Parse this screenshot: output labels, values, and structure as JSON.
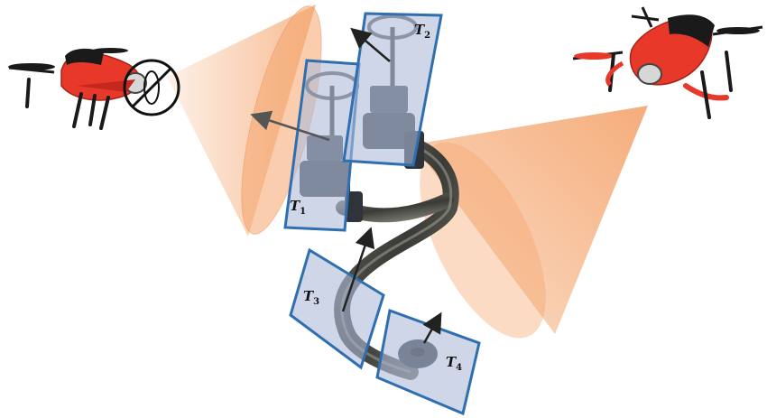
{
  "labels": {
    "t1": {
      "main": "T",
      "sub": "1"
    },
    "t2": {
      "main": "T",
      "sub": "2"
    },
    "t3": {
      "main": "T",
      "sub": "3"
    },
    "t4": {
      "main": "T",
      "sub": "4"
    }
  },
  "colors": {
    "cone": "#f4a46c",
    "cone_edge": "#e9874a",
    "box_fill": "#aebbd8",
    "box_stroke": "#2f6fb0",
    "pipe": "#4a4a4a",
    "drone_body": "#e8382a",
    "drone_dark": "#1a1a1a",
    "arrow": "#222222",
    "arrow_soft": "#555555"
  },
  "icons": [
    "drone-left-icon",
    "drone-right-icon",
    "prohibited-camera-icon",
    "valve-handwheel-icon",
    "pipe-flange-icon"
  ]
}
